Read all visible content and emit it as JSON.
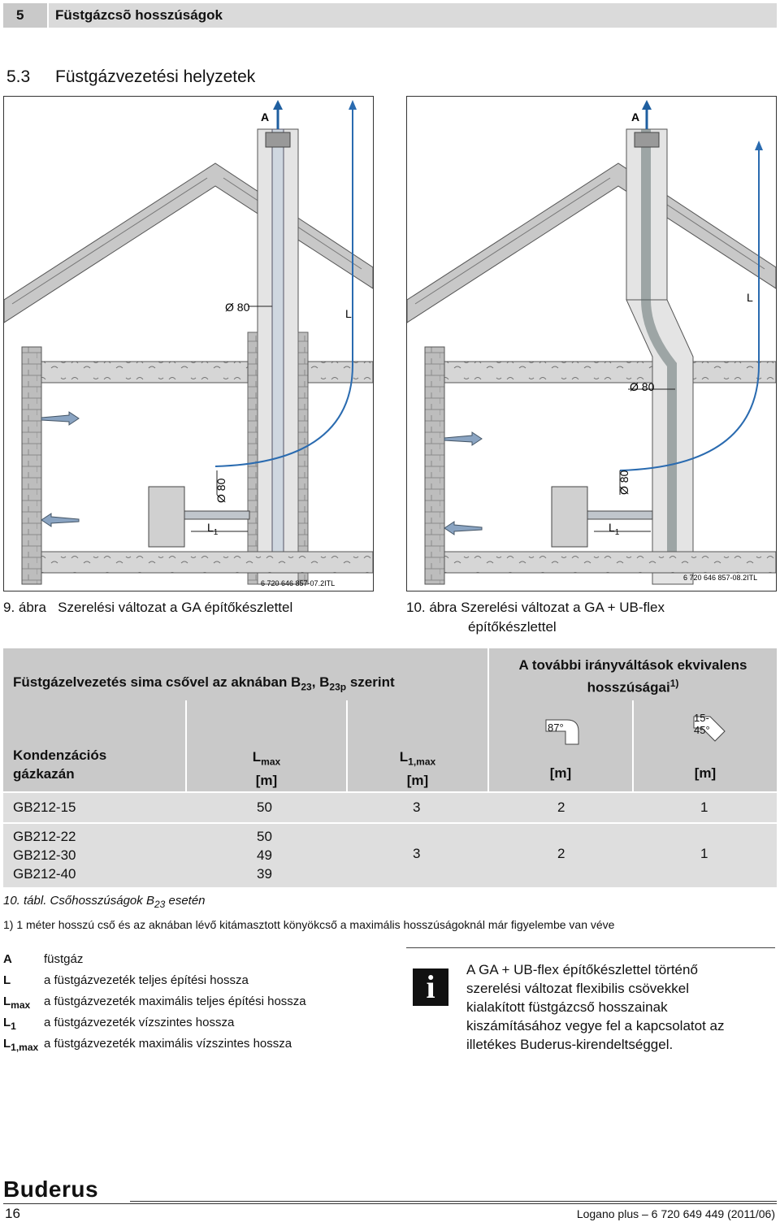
{
  "header": {
    "chapter_number": "5",
    "chapter_title": "Füstgázcsõ hosszúságok"
  },
  "section": {
    "number": "5.3",
    "title": "Füstgázvezetési helyzetek"
  },
  "figure9": {
    "label_A": "A",
    "label_L": "L",
    "label_d80_top": "Ø 80",
    "label_d80_vertical": "Ø 80",
    "label_L1": "L",
    "label_L1_sub": "1",
    "code": "6 720 646 857-07.2ITL",
    "caption_num": "9. ábra",
    "caption_text": "Szerelési változat a GA építőkészlettel"
  },
  "figure10": {
    "label_A": "A",
    "label_L": "L",
    "label_d80_top": "Ø 80",
    "label_d80_vertical": "Ø 80",
    "label_L1": "L",
    "label_L1_sub": "1",
    "code": "6 720 646 857-08.2ITL",
    "caption_num": "10. ábra",
    "caption_text": "Szerelési változat a GA + UB-flex",
    "caption_text2": "építőkészlettel"
  },
  "table": {
    "head_left": "Füstgázelvezetés sima csővel az aknában B",
    "head_left_sub1": "23",
    "head_left_mid": ", B",
    "head_left_sub2": "23p",
    "head_left_end": " szerint",
    "head_right_line1": "A további irányváltások ekvivalens",
    "head_right_line2": "hosszúságai",
    "head_right_sup": "1)",
    "col1_line1": "Kondenzációs",
    "col1_line2": "gázkazán",
    "col2_main": "L",
    "col2_sub": "max",
    "col2_unit": "[m]",
    "col3_main": "L",
    "col3_sub": "1,max",
    "col3_unit": "[m]",
    "col4_angle": "87°",
    "col4_unit": "[m]",
    "col5_angle1": "15-",
    "col5_angle2": "45°",
    "col5_unit": "[m]",
    "row1": {
      "model": "GB212-15",
      "lmax": "50",
      "l1max": "3",
      "e87": "2",
      "e45": "1"
    },
    "row2_models": [
      "GB212-22",
      "GB212-30",
      "GB212-40"
    ],
    "row2_lmax": [
      "50",
      "49",
      "39"
    ],
    "row2_l1max": "3",
    "row2_e87": "2",
    "row2_e45": "1",
    "caption_num": "10. tábl.",
    "caption_text": "Csőhosszúságok B",
    "caption_sub": "23",
    "caption_end": " esetén"
  },
  "footnote": "1)  1 méter hosszú cső és az aknában lévő kitámasztott könyökcső a maximális hosszúságoknál már figyelembe van véve",
  "legend": [
    {
      "key": "A",
      "key_sub": "",
      "text": "füstgáz"
    },
    {
      "key": "L",
      "key_sub": "",
      "text": "a füstgázvezeték teljes építési hossza"
    },
    {
      "key": "L",
      "key_sub": "max",
      "text": "a füstgázvezeték maximális teljes építési hossza"
    },
    {
      "key": "L",
      "key_sub": "1",
      "text": "a füstgázvezeték vízszintes hossza"
    },
    {
      "key": "L",
      "key_sub": "1,max",
      "text": "a füstgázvezeték maximális vízszintes hossza"
    }
  ],
  "info": {
    "icon": "info-icon",
    "text": [
      "A GA + UB-flex építőkészlettel történő",
      "szerelési változat flexibilis csövekkel",
      "kialakított füstgázcső hosszainak",
      "kiszámításához vegye fel a kapcsolatot az",
      "illetékes Buderus-kirendeltséggel."
    ]
  },
  "footer": {
    "brand": "Buderus",
    "page": "16",
    "doc": "Logano plus – 6 720 649 449 (2011/06)"
  }
}
